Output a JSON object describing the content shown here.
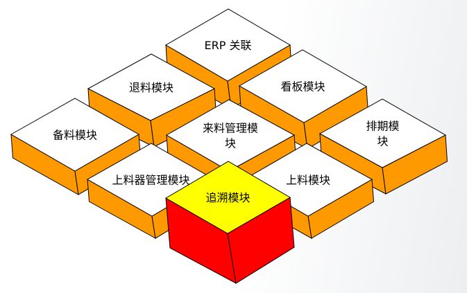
{
  "colors": {
    "block_top": "#ffffff",
    "block_side": "#ff9900",
    "highlight_top": "#ffff00",
    "highlight_side": "#ff0000",
    "outline": "#000000"
  },
  "modules": [
    {
      "id": "erp",
      "lines": [
        "ERP 关联"
      ]
    },
    {
      "id": "return",
      "lines": [
        "退料模块"
      ]
    },
    {
      "id": "kanban",
      "lines": [
        "看板模块"
      ]
    },
    {
      "id": "incoming",
      "lines": [
        "来料管理模",
        "块"
      ]
    },
    {
      "id": "preparation",
      "lines": [
        "备料模块"
      ]
    },
    {
      "id": "scheduling",
      "lines": [
        "排期模",
        "块"
      ]
    },
    {
      "id": "feeder",
      "lines": [
        "上料器管理模块"
      ]
    },
    {
      "id": "loading",
      "lines": [
        "上料模块"
      ]
    },
    {
      "id": "traceability",
      "lines": [
        "追溯模块"
      ],
      "highlighted": true
    }
  ]
}
